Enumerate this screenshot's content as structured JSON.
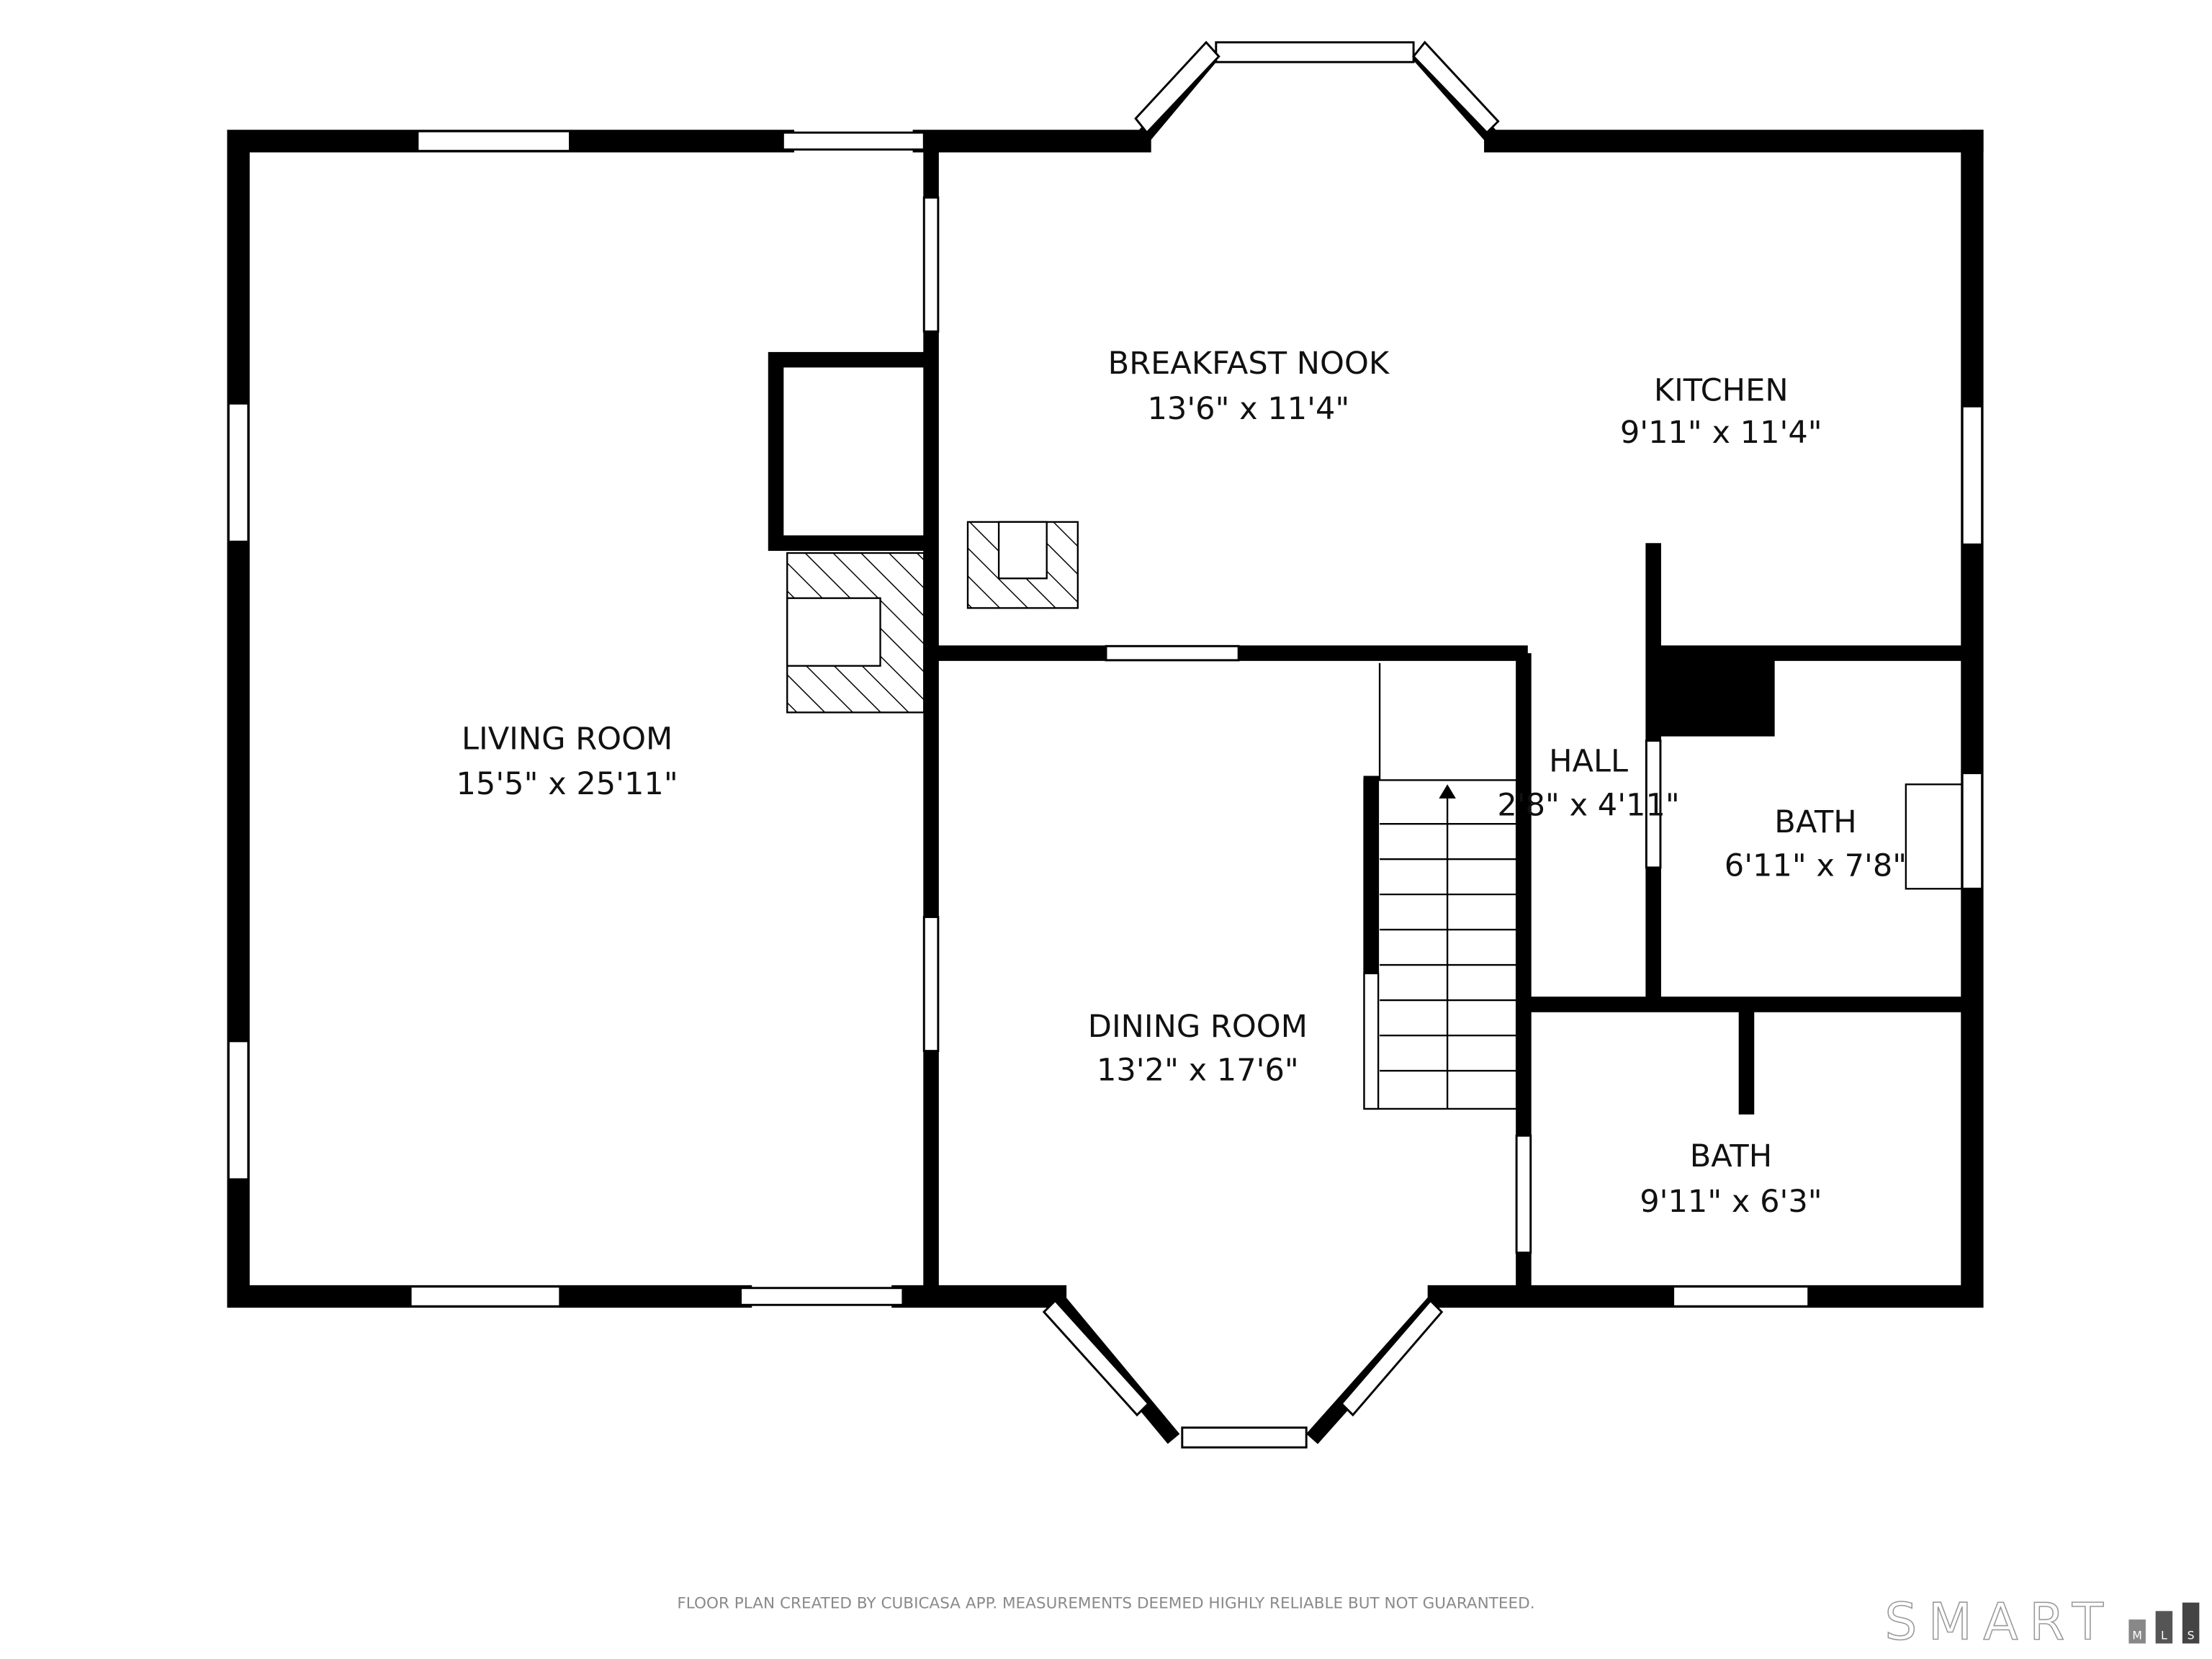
{
  "rooms": [
    {
      "name": "LIVING ROOM",
      "size": "15'5\" x 25'11\""
    },
    {
      "name": "BREAKFAST NOOK",
      "size": "13'6\" x 11'4\""
    },
    {
      "name": "KITCHEN",
      "size": "9'11\" x 11'4\""
    },
    {
      "name": "HALL",
      "size": "2'8\" x 4'11\""
    },
    {
      "name": "BATH",
      "size": "6'11\" x 7'8\""
    },
    {
      "name": "DINING ROOM",
      "size": "13'2\" x 17'6\""
    },
    {
      "name": "BATH",
      "size": "9'11\" x 6'3\""
    }
  ],
  "footer": {
    "disclaimer": "FLOOR PLAN CREATED BY CUBICASA APP. MEASUREMENTS DEEMED HIGHLY RELIABLE BUT NOT GUARANTEED."
  },
  "logo": {
    "text": "SMART",
    "badge": [
      "M",
      "L",
      "S"
    ]
  }
}
